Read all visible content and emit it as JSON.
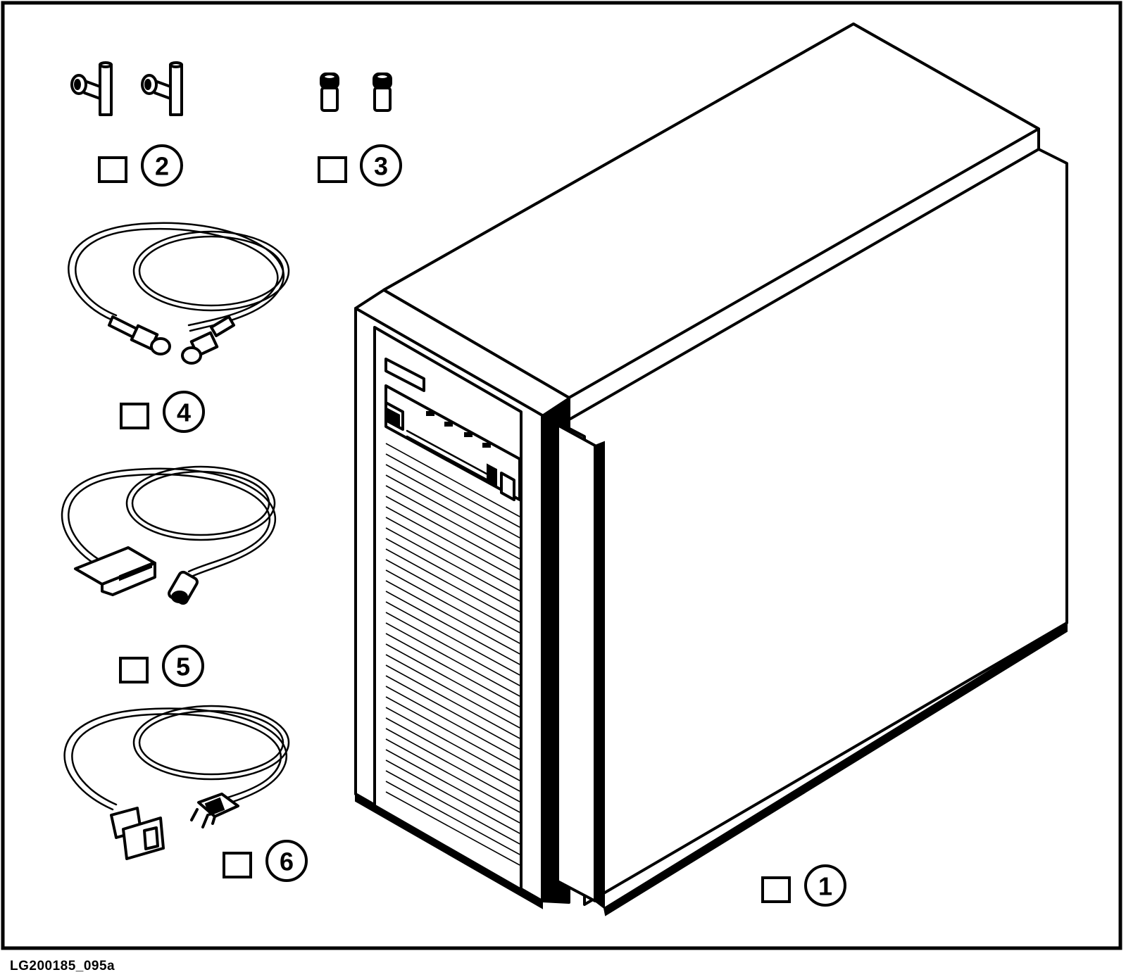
{
  "figure_id": "LG200185_095a",
  "items": [
    {
      "number": "1",
      "depicts": "computer-tower"
    },
    {
      "number": "2",
      "depicts": "bnc-t-connectors"
    },
    {
      "number": "3",
      "depicts": "terminators"
    },
    {
      "number": "4",
      "depicts": "coax-cable"
    },
    {
      "number": "5",
      "depicts": "aui-cable"
    },
    {
      "number": "6",
      "depicts": "power-cord"
    }
  ]
}
